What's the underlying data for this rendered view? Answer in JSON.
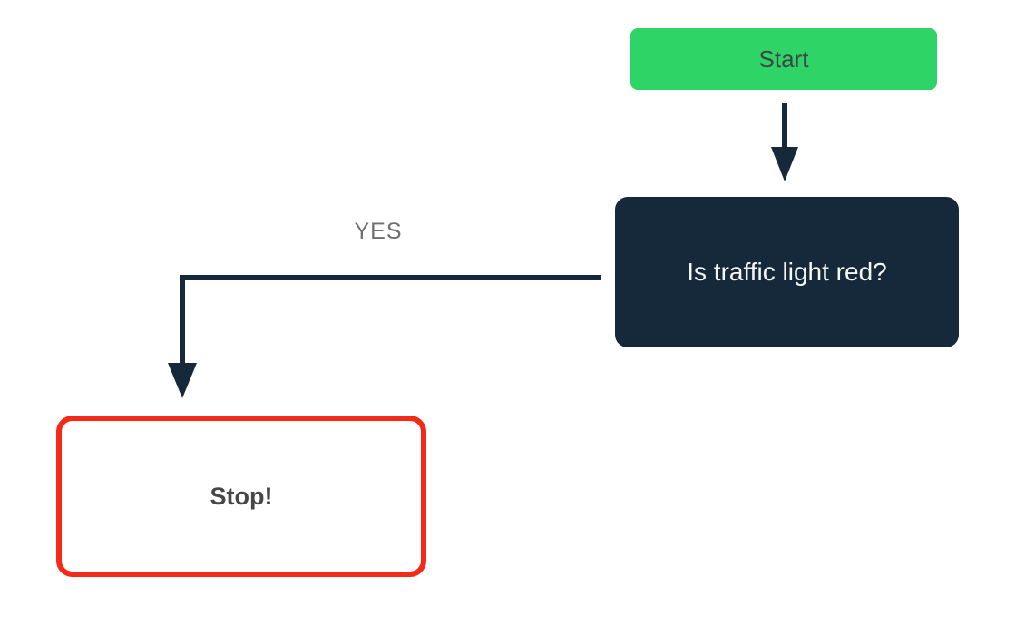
{
  "colors": {
    "canvas-bg": "#ffffff",
    "green": "#2ED466",
    "navy": "#16293B",
    "red": "#F42A19",
    "start-text": "#3F4547",
    "decision-text": "#F5F7F8",
    "stop-text": "#474747",
    "yes-text": "#6F6F6F"
  },
  "flowchart": {
    "start_node": {
      "label": "Start"
    },
    "decision_node": {
      "label": "Is traffic light red?"
    },
    "stop_node": {
      "label": "Stop!"
    },
    "edge_yes": {
      "label": "YES"
    }
  }
}
